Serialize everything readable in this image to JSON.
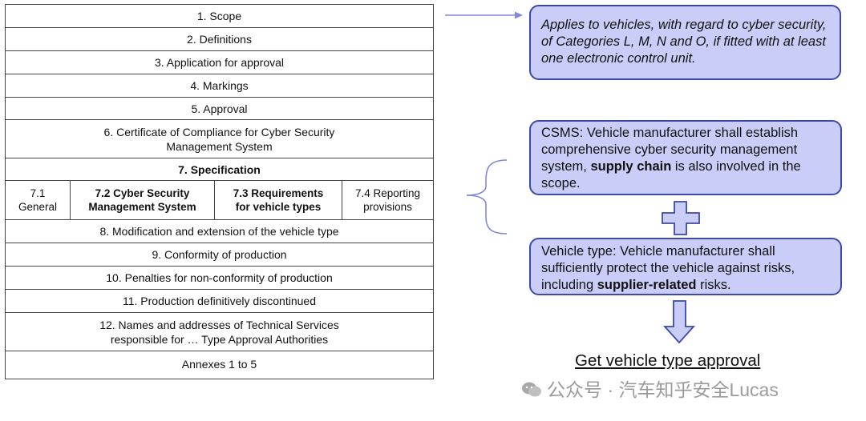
{
  "table": {
    "rows": [
      "1. Scope",
      "2. Definitions",
      "3. Application for approval",
      "4. Markings",
      "5. Approval",
      "6. Certificate of Compliance for Cyber Security\nManagement System",
      "7. Specification",
      "8. Modification and extension of the vehicle type",
      "9. Conformity of production",
      "10. Penalties for non-conformity of production",
      "11. Production definitively discontinued",
      "12. Names and addresses of Technical Services\nresponsible for … Type Approval Authorities",
      "Annexes 1 to 5"
    ],
    "sub": [
      "7.1\nGeneral",
      "7.2 Cyber Security\nManagement System",
      "7.3 Requirements\nfor vehicle types",
      "7.4 Reporting\nprovisions"
    ]
  },
  "boxes": {
    "scope": "Applies to vehicles, with regard to cyber security, of  Categories L, M, N and O, if fitted with at least one electronic control unit.",
    "csms_a": "CSMS: Vehicle manufacturer shall establish comprehensive cyber security management system, ",
    "csms_b": "supply chain",
    "csms_c": " is also involved in the scope.",
    "vt_a": "Vehicle type: Vehicle manufacturer shall sufficiently protect the vehicle against risks, including ",
    "vt_b": "supplier-related",
    "vt_c": " risks."
  },
  "goal": "Get vehicle type approval",
  "watermark": "公众号 · 汽车知乎安全Lucas",
  "colors": {
    "box_fill": "#c9cdf7",
    "box_border": "#3b4aa8",
    "arrow": "#7e8ad8"
  }
}
